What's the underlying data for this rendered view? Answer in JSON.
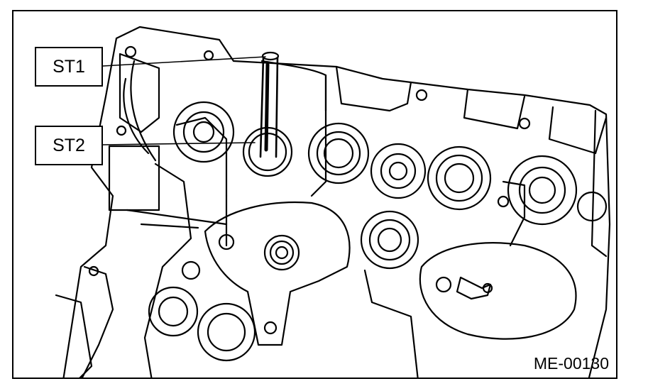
{
  "figure": {
    "callouts": [
      {
        "id": "st1",
        "label": "ST1"
      },
      {
        "id": "st2",
        "label": "ST2"
      }
    ],
    "figure_code": "ME-00130"
  }
}
